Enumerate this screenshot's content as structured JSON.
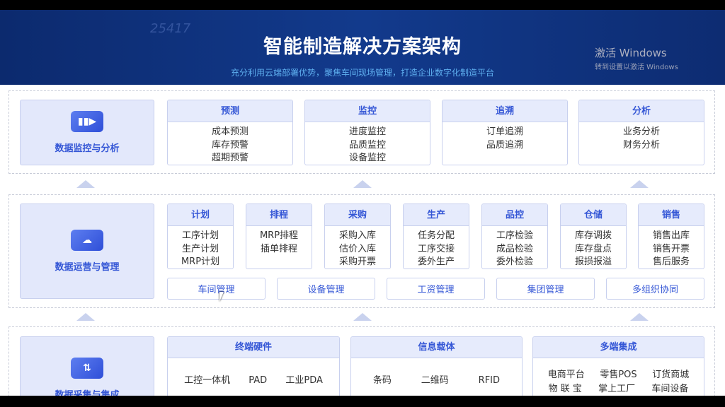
{
  "header": {
    "deco_number": "25417",
    "title": "智能制造解决方案架构",
    "subtitle": "充分利用云端部署优势，聚焦车间现场管理，打造企业数字化制造平台"
  },
  "layer1": {
    "label": "数据监控与分析",
    "icon": "bar-chart-camera-icon",
    "cards": [
      {
        "title": "预测",
        "items": [
          "成本预测",
          "库存预警",
          "超期预警"
        ]
      },
      {
        "title": "监控",
        "items": [
          "进度监控",
          "品质监控",
          "设备监控"
        ]
      },
      {
        "title": "追溯",
        "items": [
          "订单追溯",
          "品质追溯"
        ]
      },
      {
        "title": "分析",
        "items": [
          "业务分析",
          "财务分析"
        ]
      }
    ]
  },
  "layer2": {
    "label": "数据运营与管理",
    "icon": "cloud-share-icon",
    "cards": [
      {
        "title": "计划",
        "items": [
          "工序计划",
          "生产计划",
          "MRP计划"
        ]
      },
      {
        "title": "排程",
        "items": [
          "MRP排程",
          "插单排程"
        ]
      },
      {
        "title": "采购",
        "items": [
          "采购入库",
          "估价入库",
          "采购开票"
        ]
      },
      {
        "title": "生产",
        "items": [
          "任务分配",
          "工序交接",
          "委外生产"
        ]
      },
      {
        "title": "品控",
        "items": [
          "工序检验",
          "成品检验",
          "委外检验"
        ]
      },
      {
        "title": "仓储",
        "items": [
          "库存调拨",
          "库存盘点",
          "报损报溢"
        ]
      },
      {
        "title": "销售",
        "items": [
          "销售出库",
          "销售开票",
          "售后服务"
        ]
      }
    ],
    "buttons": [
      "车间管理",
      "设备管理",
      "工资管理",
      "集团管理",
      "多组织协同"
    ]
  },
  "layer3": {
    "label": "数据采集与集成",
    "icon": "data-transfer-icon",
    "cards": [
      {
        "title": "终端硬件",
        "rows": [
          [
            "工控一体机",
            "PAD",
            "工业PDA"
          ]
        ]
      },
      {
        "title": "信息载体",
        "rows": [
          [
            "条码",
            "二维码",
            "RFID"
          ]
        ]
      },
      {
        "title": "多端集成",
        "rows": [
          [
            "电商平台",
            "零售POS",
            "订货商城"
          ],
          [
            "物 联 宝",
            "掌上工厂",
            "车间设备"
          ]
        ]
      }
    ]
  },
  "watermark": {
    "line1": "激活 Windows",
    "line2": "转到设置以激活 Windows"
  },
  "colors": {
    "accent": "#3557d6",
    "header_bg": "#123a8c",
    "card_header_bg": "#e6ebfc"
  }
}
